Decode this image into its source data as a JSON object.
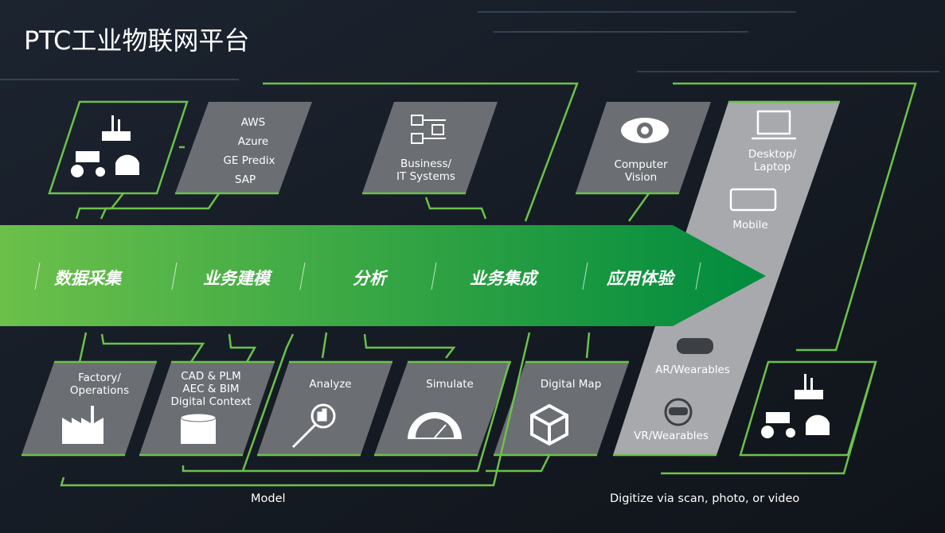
{
  "title": "PTC工业物联网平台",
  "stages": [
    "数据采集",
    "业务建模",
    "分析",
    "业务集成",
    "应用体验"
  ],
  "top_boxes": {
    "cloud": [
      "AWS",
      "Azure",
      "GE Predix",
      "SAP"
    ],
    "business": "Business/\nIT Systems",
    "vision": "Computer\nVision",
    "desktop": "Desktop/\nLaptop",
    "mobile": "Mobile"
  },
  "bottom_boxes": {
    "factory": "Factory/\nOperations",
    "cad": "CAD & PLM\nAEC & BIM\nDigital Context",
    "analyze": "Analyze",
    "simulate": "Simulate",
    "digital_map": "Digital Map",
    "ar": "AR/Wearables",
    "vr": "VR/Wearables"
  },
  "captions": {
    "model": "Model",
    "digitize": "Digitize via scan, photo, or video"
  },
  "colors": {
    "accent": "#6cc24a",
    "box": "#6b6e73",
    "band_start": "#6cc04a",
    "band_end": "#008b3e"
  }
}
